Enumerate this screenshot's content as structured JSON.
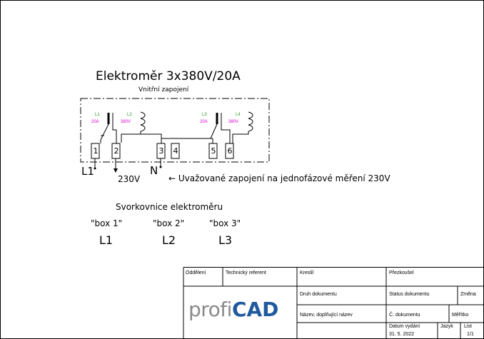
{
  "diagram": {
    "title": "Elektroměr 3x380V/20A",
    "subtitle": "Vnitřní zapojení",
    "phases": [
      {
        "label": "L1",
        "current": "20A"
      },
      {
        "label": "L2",
        "voltage": "380V"
      },
      {
        "label": "L3",
        "current": "20A"
      },
      {
        "label": "L4",
        "voltage": "380V"
      }
    ],
    "terminals": [
      "1",
      "2",
      "3",
      "4",
      "5",
      "6"
    ],
    "labels": {
      "l1": "L1",
      "n": "N",
      "voltage": "230V"
    },
    "note": "← Uvažované zapojení na jednofázové měření 230V",
    "terminals_heading": "Svorkovnice elektroměru",
    "boxes": [
      {
        "name": "\"box 1\"",
        "phase": "L1"
      },
      {
        "name": "\"box 2\"",
        "phase": "L2"
      },
      {
        "name": "\"box 3\"",
        "phase": "L3"
      }
    ]
  },
  "title_block": {
    "logo_profi": "profi",
    "logo_cad": "CAD",
    "oddeleni": "Oddělení",
    "technicky_referent": "Technický referent",
    "kreslil": "Kreslil",
    "prezkousel": "Přezkoušel",
    "druh_dokumentu": "Druh dokumentu",
    "status_dokumentu": "Status dokumentu",
    "zmena": "Změna",
    "nazev": "Název, doplňující název",
    "c_dokumentu": "Č. dokumentu",
    "meritko": "Měřítko",
    "datum_vydani": "Datum vydání",
    "datum_value": "31. 5. 2022",
    "jazyk": "Jazyk",
    "list": "List",
    "list_value": "1/1"
  },
  "colors": {
    "green": "#1f9a1f",
    "magenta": "#d400d4",
    "logo_gray": "#8a8a8a",
    "logo_blue": "#1f5a9e"
  }
}
